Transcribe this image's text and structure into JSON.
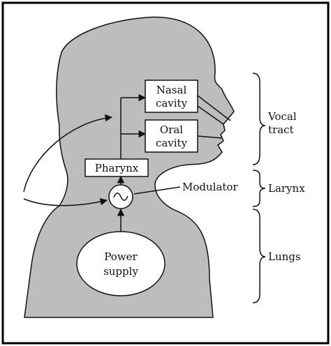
{
  "colors": {
    "frame": "#000000",
    "silhouette": "#bdbdbd",
    "box_fill": "#ffffff",
    "stroke": "#111111"
  },
  "boxes": {
    "nasal_line1": "Nasal",
    "nasal_line2": "cavity",
    "oral_line1": "Oral",
    "oral_line2": "cavity",
    "pharynx": "Pharynx",
    "power_line1": "Power",
    "power_line2": "supply"
  },
  "labels": {
    "modulator": "Modulator",
    "vocal_line1": "Vocal",
    "vocal_line2": "tract",
    "larynx": "Larynx",
    "lungs": "Lungs"
  },
  "symbols": {
    "modulator_glyph": "~"
  },
  "icons": {
    "modulator": "sine-wave-icon"
  }
}
